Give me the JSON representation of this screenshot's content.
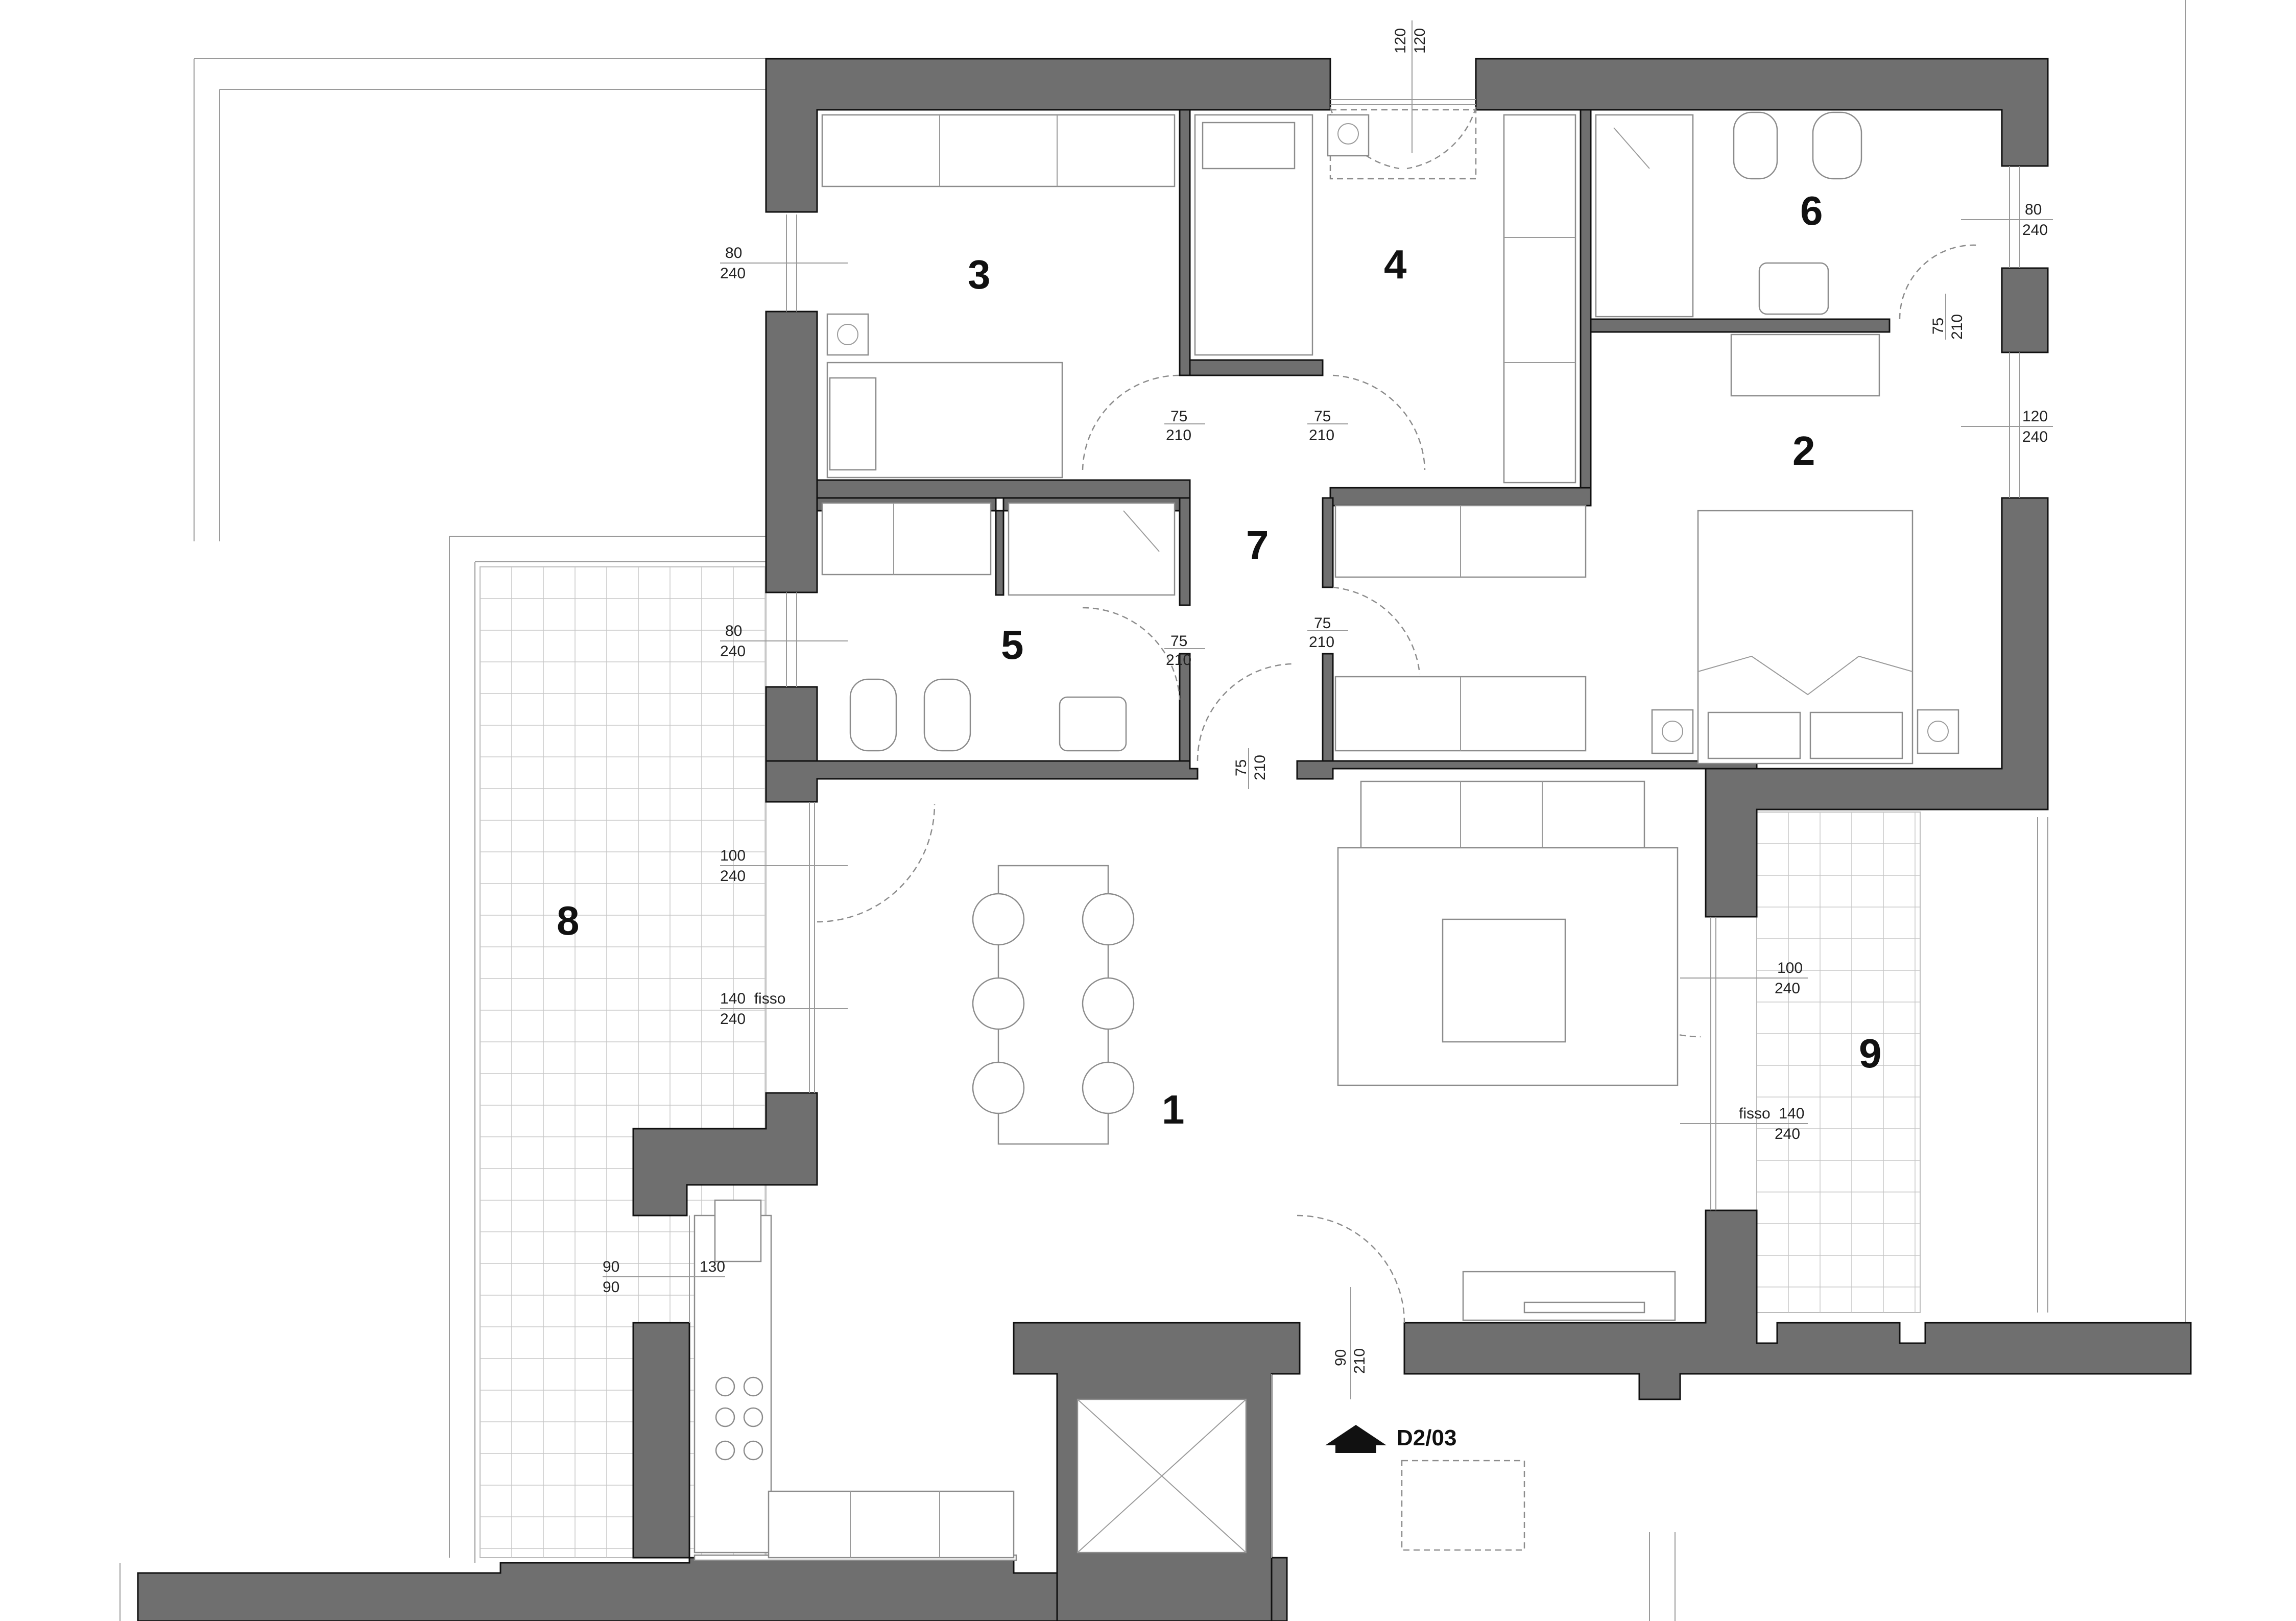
{
  "unit_code": "D2/03",
  "rooms": [
    "1",
    "2",
    "3",
    "4",
    "5",
    "6",
    "7",
    "8",
    "9"
  ],
  "windows": {
    "w_room3": {
      "width": "80",
      "height": "240"
    },
    "w_room5": {
      "width": "80",
      "height": "240"
    },
    "w_room1_door": {
      "width": "100",
      "height": "240"
    },
    "w_room1_fixed": {
      "width": "140  fisso",
      "height": "240"
    },
    "w_room4_top": {
      "width": "120",
      "height": "120"
    },
    "w_room6": {
      "width": "80",
      "height": "240"
    },
    "w_room2": {
      "width": "120",
      "height": "240"
    },
    "w_room1_right_door": {
      "width": "100",
      "height": "240"
    },
    "w_room1_right_fixed": {
      "width": "fisso  140",
      "height": "240"
    },
    "w_kitchen": {
      "width": "90",
      "height": "90"
    },
    "kitchen_counter": "130"
  },
  "doors": {
    "d_room3": {
      "width": "75",
      "height": "210"
    },
    "d_room4": {
      "width": "75",
      "height": "210"
    },
    "d_room5": {
      "width": "75",
      "height": "210"
    },
    "d_room2": {
      "width": "75",
      "height": "210"
    },
    "d_hall": {
      "width": "75",
      "height": "210"
    },
    "d_room6": {
      "width": "75",
      "height": "210"
    },
    "d_entry": {
      "width": "90",
      "height": "210"
    }
  },
  "colors": {
    "wall": "#6f6f6f",
    "line": "#8c8c8c",
    "tile": "#c8c8c8"
  }
}
